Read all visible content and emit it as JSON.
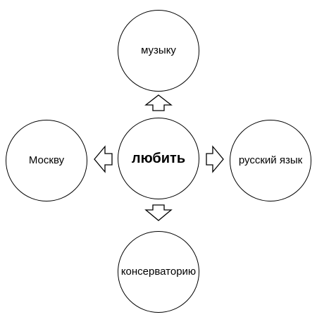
{
  "center": {
    "label": "любить"
  },
  "nodes": {
    "top": {
      "label": "музыку"
    },
    "left": {
      "label": "Москву"
    },
    "right": {
      "label": "русский язык"
    },
    "bottom": {
      "label": "консерваторию"
    }
  }
}
